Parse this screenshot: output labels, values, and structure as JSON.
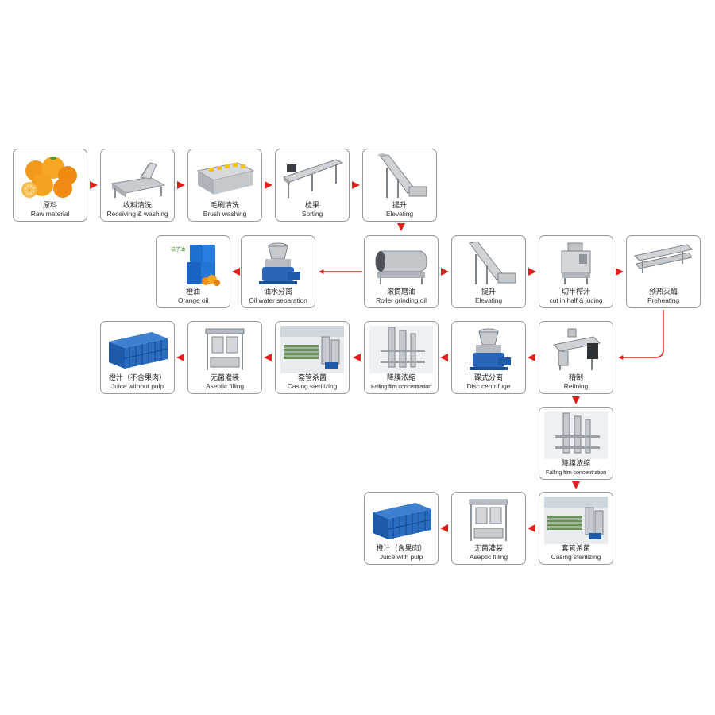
{
  "colors": {
    "arrow": "#e0201b",
    "border": "#9a9a9a",
    "steel": "#b9bec4",
    "blue": "#1f5fae",
    "orange": "#f28c12"
  },
  "steps": [
    {
      "id": "s1",
      "zh": "原料",
      "en": "Raw material",
      "icon": "oranges-icon"
    },
    {
      "id": "s2",
      "zh": "收料清洗",
      "en": "Receiving & washing",
      "icon": "washing-conveyor-icon"
    },
    {
      "id": "s3",
      "zh": "毛刷清洗",
      "en": "Brush washing",
      "icon": "brush-washer-icon"
    },
    {
      "id": "s4",
      "zh": "检果",
      "en": "Sorting",
      "icon": "sorting-conveyor-icon"
    },
    {
      "id": "s5",
      "zh": "提升",
      "en": "Elevating",
      "icon": "elevator-icon"
    },
    {
      "id": "s6",
      "zh": "滚筒磨油",
      "en": "Roller grinding oil",
      "icon": "roller-drum-icon"
    },
    {
      "id": "s7",
      "zh": "油水分离",
      "en": "Oil water separation",
      "icon": "centrifuge-icon"
    },
    {
      "id": "s8",
      "zh": "橙油",
      "en": "Orange oil",
      "icon": "oil-drums-icon",
      "label_on_pic": "桔子油"
    },
    {
      "id": "s9",
      "zh": "提升",
      "en": "Elevating",
      "icon": "elevator-icon"
    },
    {
      "id": "s10",
      "zh": "切半榨汁",
      "en": "cut in half & jucing",
      "icon": "juicer-icon"
    },
    {
      "id": "s11",
      "zh": "预热灭酶",
      "en": "Preheating",
      "icon": "tube-preheater-icon"
    },
    {
      "id": "s12",
      "zh": "精制",
      "en": "Refining",
      "icon": "refiner-icon"
    },
    {
      "id": "s13",
      "zh": "碟式分离",
      "en": "Disc centrifuge",
      "icon": "centrifuge-icon"
    },
    {
      "id": "s14",
      "zh": "降膜浓缩",
      "en": "Falling film concentration",
      "icon": "evaporator-icon"
    },
    {
      "id": "s15",
      "zh": "套管杀菌",
      "en": "Casing sterilizing",
      "icon": "sterilizer-icon"
    },
    {
      "id": "s16",
      "zh": "无菌灌装",
      "en": "Aseptic filling",
      "icon": "aseptic-filler-icon"
    },
    {
      "id": "s17",
      "zh": "橙汁（不含果肉）",
      "en": "Juice without pulp",
      "icon": "blue-drums-icon"
    },
    {
      "id": "s18",
      "zh": "降膜浓缩",
      "en": "Falling film concentration",
      "icon": "evaporator-icon"
    },
    {
      "id": "s19",
      "zh": "套管杀菌",
      "en": "Casing sterilizing",
      "icon": "sterilizer-icon"
    },
    {
      "id": "s20",
      "zh": "无菌灌装",
      "en": "Aseptic filling",
      "icon": "aseptic-filler-icon"
    },
    {
      "id": "s21",
      "zh": "橙汁（含果肉）",
      "en": "Juice with pulp",
      "icon": "blue-drums-icon"
    }
  ]
}
